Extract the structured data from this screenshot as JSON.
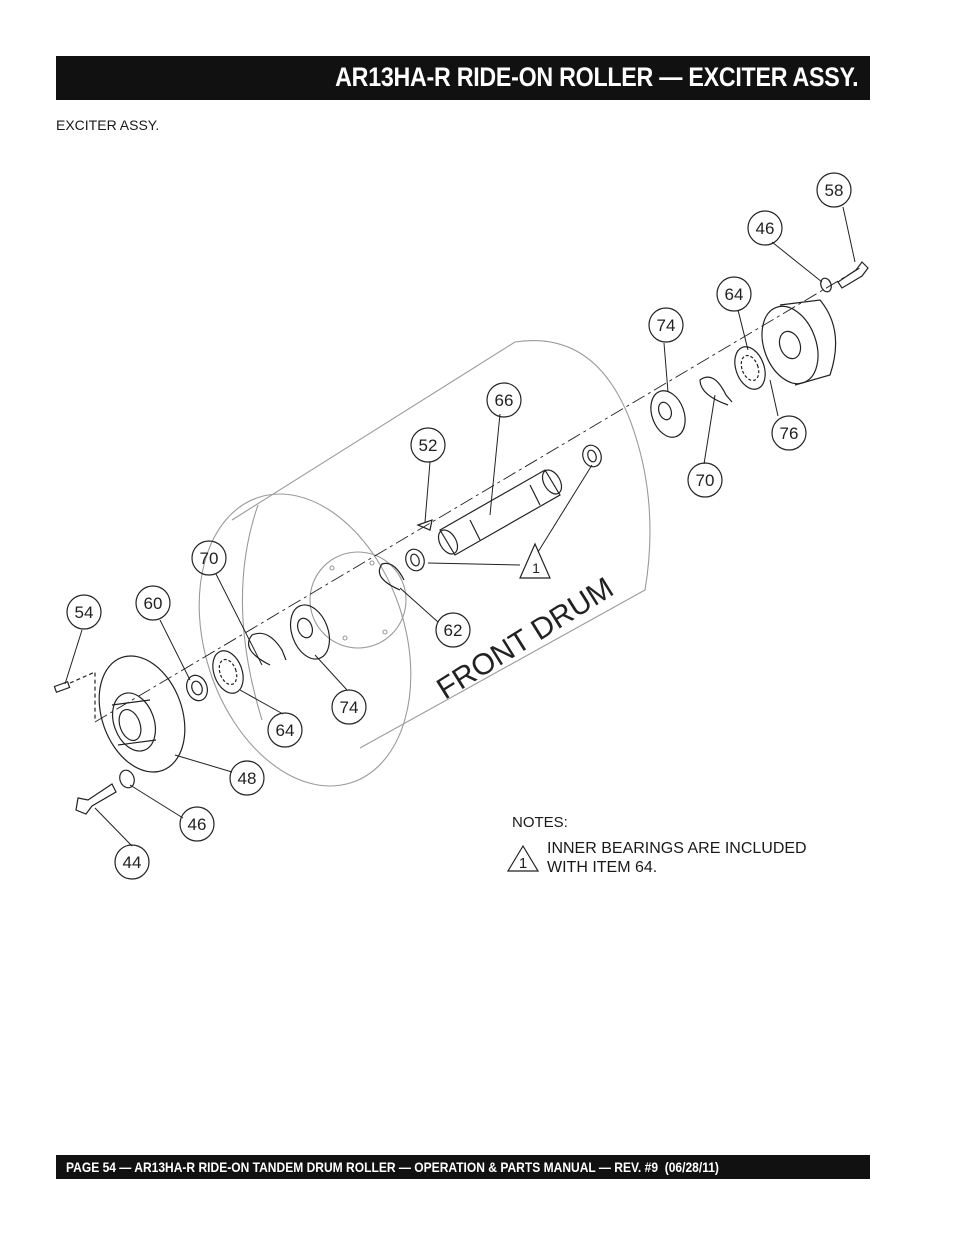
{
  "header": {
    "title": "AR13HA-R RIDE-ON ROLLER — EXCITER ASSY."
  },
  "subtitle": "EXCITER ASSY.",
  "diagram": {
    "drum_label": "FRONT DRUM",
    "callouts": {
      "c58": "58",
      "c46a": "46",
      "c64a": "64",
      "c74a": "74",
      "c76": "76",
      "c70a": "70",
      "c66": "66",
      "c52": "52",
      "c70b": "70",
      "c60": "60",
      "c54": "54",
      "c62": "62",
      "c74b": "74",
      "c64b": "64",
      "c48": "48",
      "c46b": "46",
      "c44": "44"
    },
    "note_marker": "1"
  },
  "notes": {
    "heading": "NOTES:",
    "marker": "1",
    "line1": "INNER BEARINGS ARE INCLUDED",
    "line2": "WITH ITEM 64."
  },
  "footer": {
    "text": "PAGE 54 — AR13HA-R RIDE-ON TANDEM DRUM ROLLER — OPERATION & PARTS MANUAL — REV. #9  (06/28/11)"
  }
}
